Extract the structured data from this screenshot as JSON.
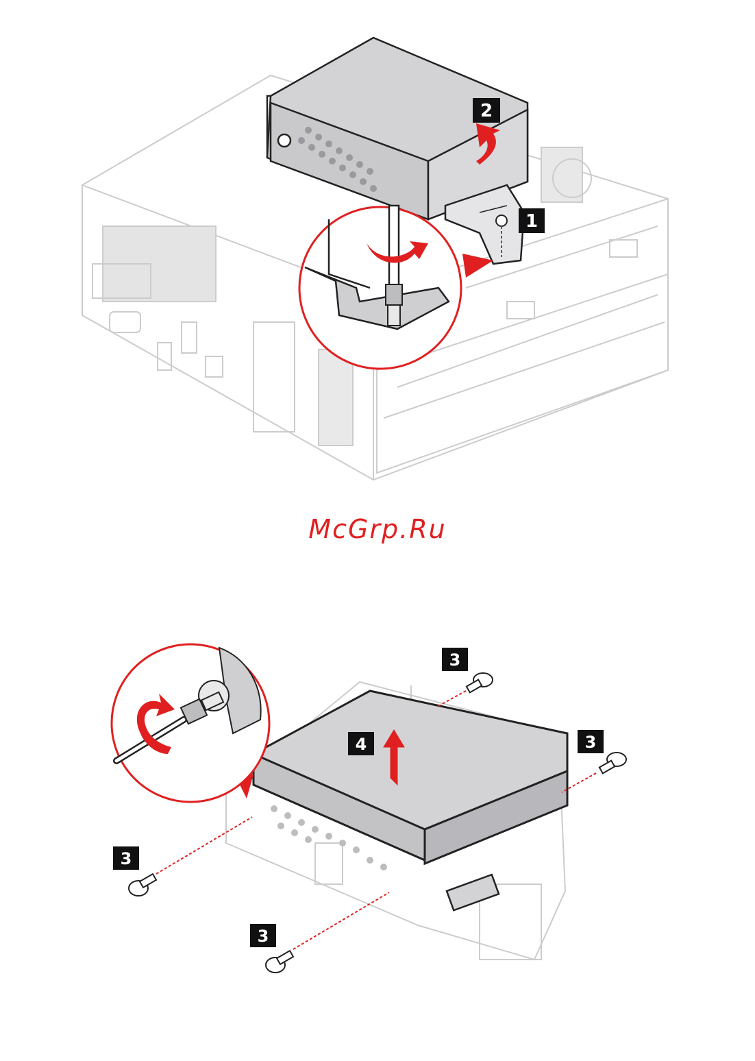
{
  "watermark": {
    "text": "McGrp.Ru"
  },
  "figure1": {
    "callouts": [
      {
        "id": "step-1",
        "label": "1"
      },
      {
        "id": "step-2",
        "label": "2"
      }
    ]
  },
  "figure2": {
    "callouts": [
      {
        "id": "step-3-top",
        "label": "3"
      },
      {
        "id": "step-3-right",
        "label": "3"
      },
      {
        "id": "step-3-left",
        "label": "3"
      },
      {
        "id": "step-3-bottom",
        "label": "3"
      },
      {
        "id": "step-4",
        "label": "4"
      }
    ]
  },
  "colors": {
    "accent": "#e02020",
    "outline": "#222222",
    "chassis_line": "#cccccc",
    "drive_fill": "#d3d3d5",
    "callout_bg": "#111111",
    "callout_text": "#ffffff"
  }
}
